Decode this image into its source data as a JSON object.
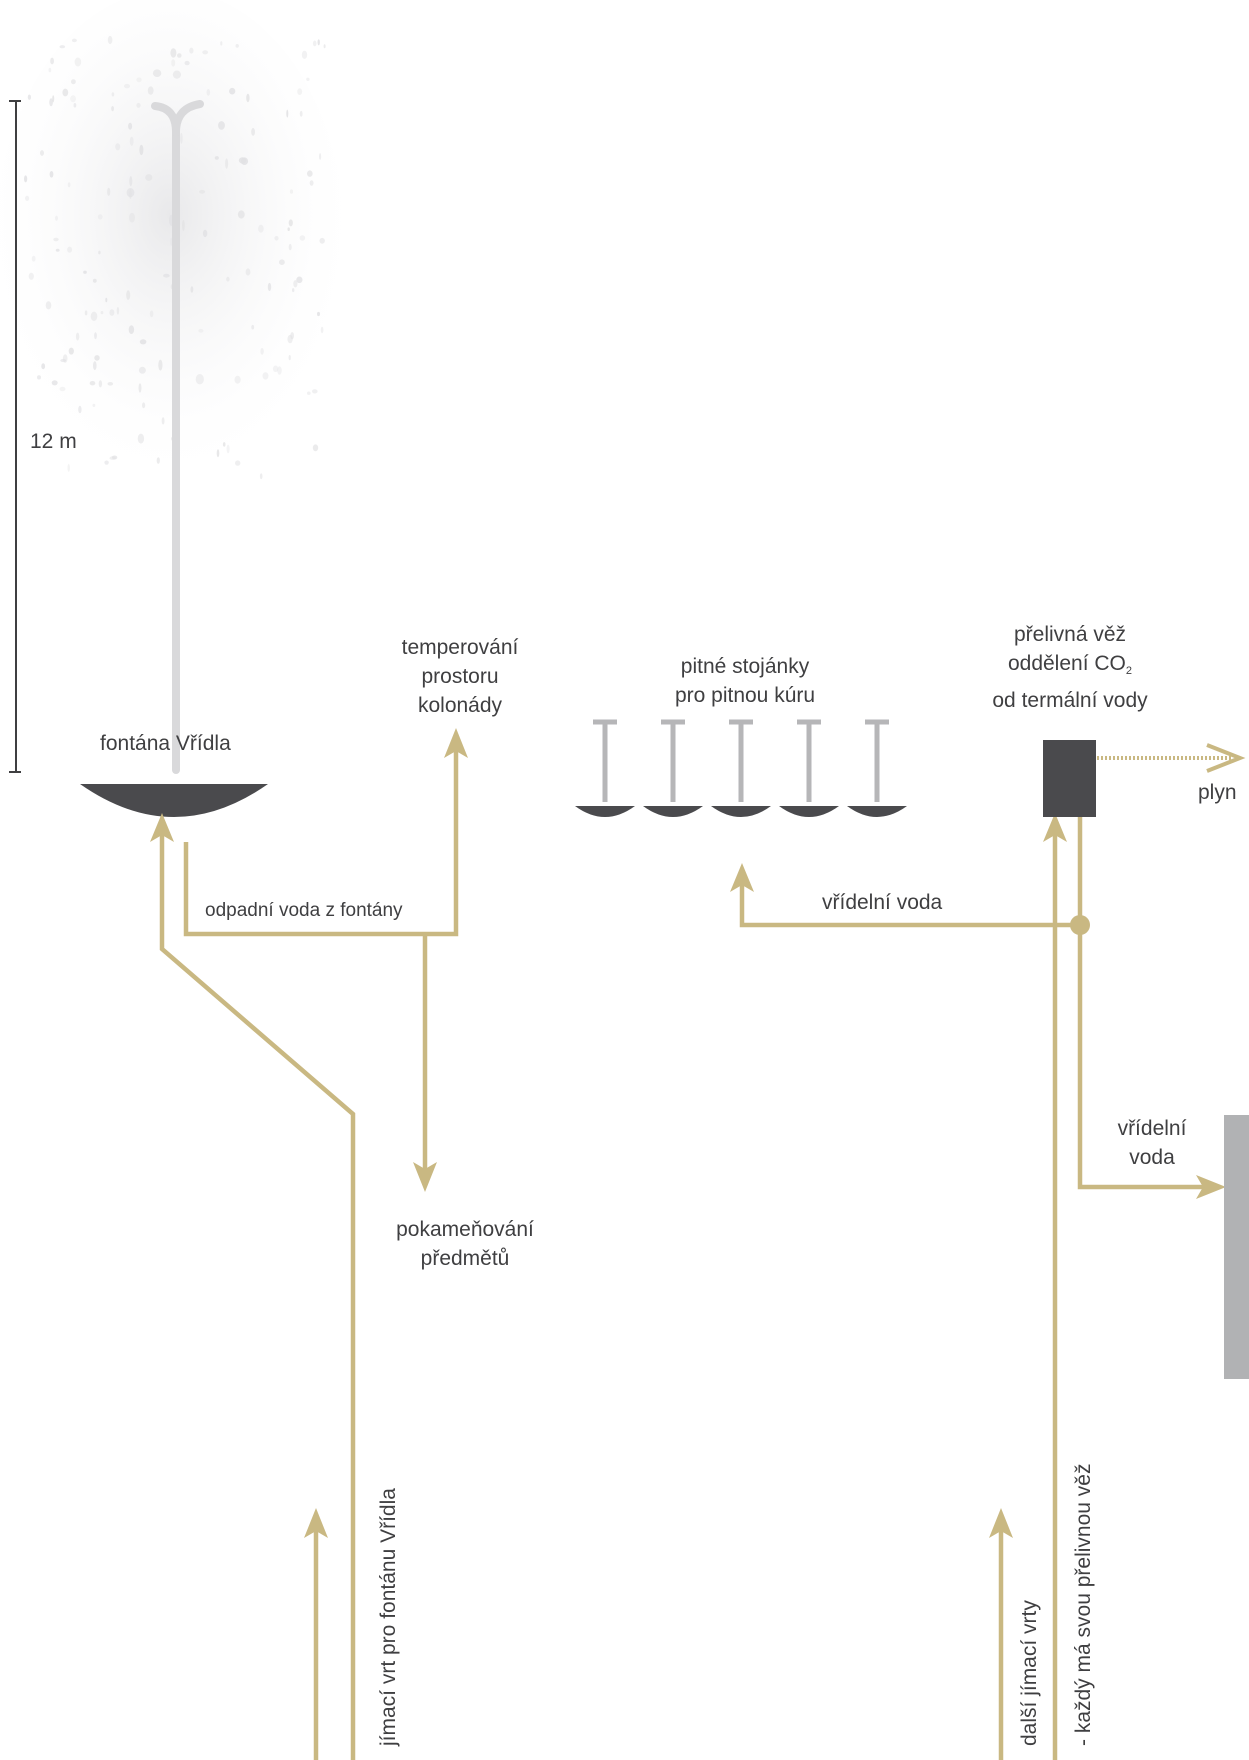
{
  "colors": {
    "pipe": "#c9b882",
    "dark": "#4a4a4d",
    "tap": "#b6b6b8",
    "fountain_jet": "#d9d9db",
    "panel": "#b1b2b4",
    "text": "#3f3f41"
  },
  "scale": {
    "label": "12 m"
  },
  "labels": {
    "fountain": "fontána Vřídla",
    "temperovani": [
      "temperování",
      "prostoru",
      "kolonády"
    ],
    "stojanky": [
      "pitné stojánky",
      "pro pitnou kúru"
    ],
    "tower_line1": "přelivná věž",
    "tower_line2_prefix": "oddělení CO",
    "tower_line2_sub": "2",
    "tower_line3": "od termální vody",
    "plyn": "plyn",
    "odpadni": "odpadní voda z fontány",
    "vridelni_voda": "vřídelní voda",
    "vridelni_voda_split": [
      "vřídelní",
      "voda"
    ],
    "pokamenovani": [
      "pokameňování",
      "předmětů"
    ],
    "jimaci_vrt": "jímací vrt pro fontánu Vřídla",
    "dalsi_vrty": "další jímací vrty",
    "kazdy_vez": "- každý má svou přelivnou věž"
  },
  "icons": {
    "fountain_bowl": "fountain-bowl-icon",
    "fountain_jet": "water-jet-icon",
    "drinking_tap": "drinking-tap-icon",
    "overflow_tower": "overflow-tower-icon"
  },
  "taps_count": 5
}
